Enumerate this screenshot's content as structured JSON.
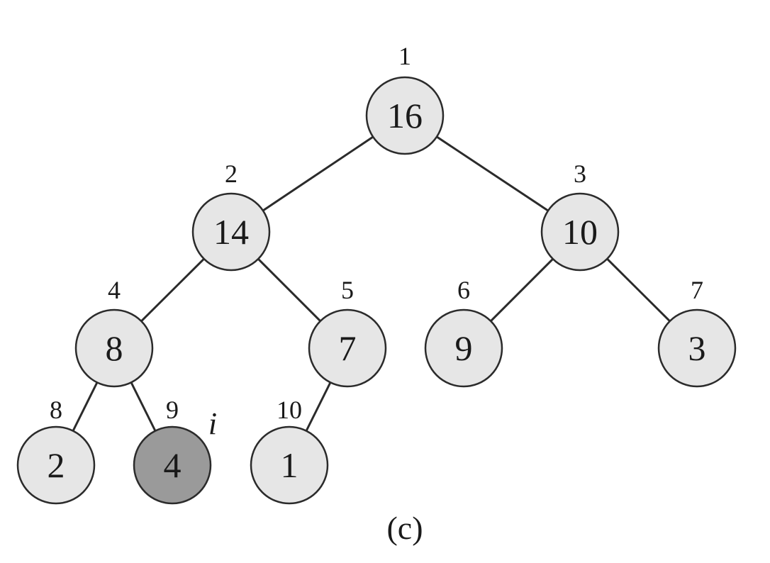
{
  "colors": {
    "node_fill": "#e6e6e6",
    "highlight_fill": "#9a9a9a",
    "stroke": "#2b2b2b"
  },
  "nodes": [
    {
      "index": "1",
      "value": "16",
      "highlighted": false
    },
    {
      "index": "2",
      "value": "14",
      "highlighted": false
    },
    {
      "index": "3",
      "value": "10",
      "highlighted": false
    },
    {
      "index": "4",
      "value": "8",
      "highlighted": false
    },
    {
      "index": "5",
      "value": "7",
      "highlighted": false
    },
    {
      "index": "6",
      "value": "9",
      "highlighted": false
    },
    {
      "index": "7",
      "value": "3",
      "highlighted": false
    },
    {
      "index": "8",
      "value": "2",
      "highlighted": false
    },
    {
      "index": "9",
      "value": "4",
      "highlighted": true
    },
    {
      "index": "10",
      "value": "1",
      "highlighted": false
    }
  ],
  "edges": [
    [
      "1",
      "2"
    ],
    [
      "1",
      "3"
    ],
    [
      "2",
      "4"
    ],
    [
      "2",
      "5"
    ],
    [
      "3",
      "6"
    ],
    [
      "3",
      "7"
    ],
    [
      "4",
      "8"
    ],
    [
      "4",
      "9"
    ],
    [
      "5",
      "10"
    ]
  ],
  "pointer": {
    "label": "i",
    "target": "9"
  },
  "caption": "(c)"
}
